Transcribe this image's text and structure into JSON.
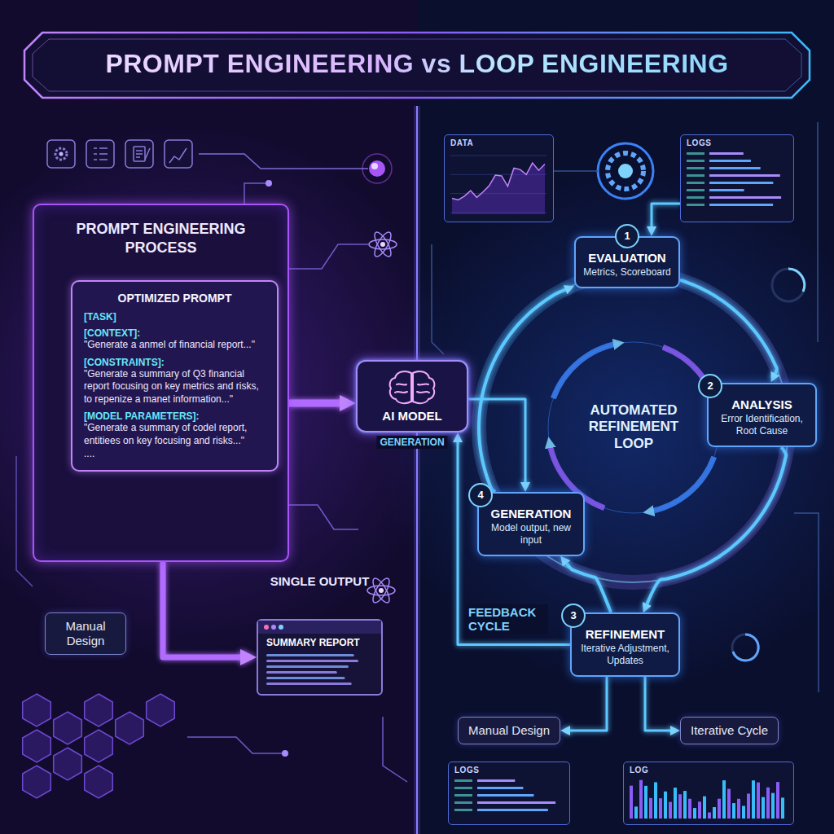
{
  "diagram": {
    "title": "PROMPT ENGINEERING vs LOOP ENGINEERING",
    "nodes": [
      {
        "text": [
          "PROMPT ENGINEERING PROCESS"
        ]
      },
      {
        "text": [
          "OPTIMIZED PROMPT",
          "[TASK]",
          "[CONTEXT]:",
          "\"Generate a anmel of financial report...\"",
          "[CONSTRAINTS]:",
          "\"Generate a summary of Q3 financial report focusing on key metrics and risks, to repenize a manet information...\"",
          "[MODEL PARAMETERS]:",
          "\"Generate a summary of codel report, entitiees on key focusing and risks...\"",
          "...."
        ],
        "in": 0
      },
      {
        "text": [
          "AI MODEL",
          "GENERATION"
        ]
      },
      {
        "text": [
          "SINGLE OUTPUT",
          "SUMMARY REPORT"
        ]
      },
      {
        "text": [
          "Manual Design"
        ]
      },
      {
        "text": [
          "1",
          "EVALUATION",
          "Metrics, Scoreboard"
        ]
      },
      {
        "text": [
          "2",
          "ANALYSIS",
          "Error Identification, Root Cause"
        ]
      },
      {
        "text": [
          "3",
          "REFINEMENT",
          "Iterative Adjustment, Updates"
        ]
      },
      {
        "text": [
          "4",
          "GENERATION",
          "Model output, new input"
        ]
      },
      {
        "text": [
          "Manual Design"
        ]
      },
      {
        "text": [
          "Iterative Cycle"
        ]
      },
      {
        "text": [
          "DATA"
        ]
      },
      {
        "text": [
          "LOGS"
        ]
      },
      {
        "text": [
          "LOGS"
        ]
      },
      {
        "text": [
          "LOG"
        ]
      }
    ],
    "edges": [
      {
        "from": 0,
        "to": 2,
        "arrow": "to"
      },
      {
        "from": 0,
        "to": 3,
        "arrow": "to"
      },
      {
        "from": 2,
        "to": 8,
        "arrow": "to"
      },
      {
        "from": 5,
        "to": 6,
        "arrow": "to"
      },
      {
        "from": 6,
        "to": 7,
        "arrow": "to"
      },
      {
        "from": 7,
        "to": 8,
        "arrow": "to"
      },
      {
        "from": 8,
        "to": 5,
        "arrow": "to"
      },
      {
        "from": 7,
        "to": 2,
        "label": "FEEDBACK CYCLE",
        "arrow": "to"
      },
      {
        "from": 7,
        "to": 9,
        "arrow": "to"
      },
      {
        "from": 7,
        "to": 10,
        "arrow": "to"
      },
      {
        "from": 12,
        "to": 5,
        "arrow": "to"
      }
    ],
    "labels": [
      "AUTOMATED REFINEMENT LOOP"
    ]
  }
}
